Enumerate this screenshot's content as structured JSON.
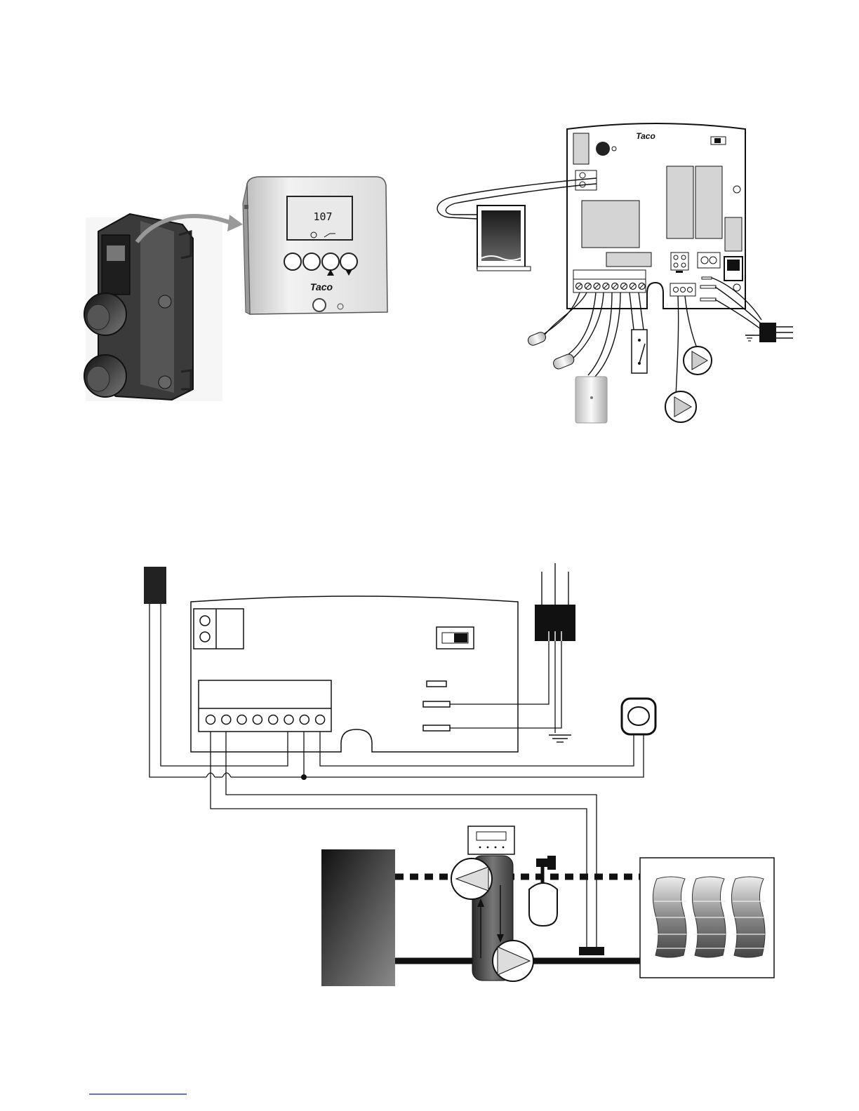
{
  "brand": {
    "logo_text": "Taco"
  },
  "controller": {
    "display_value": "107",
    "buttons": [
      {
        "name": "button-1",
        "glyph": ""
      },
      {
        "name": "button-2",
        "glyph": ""
      },
      {
        "name": "button-up",
        "glyph": "▲"
      },
      {
        "name": "button-down",
        "glyph": "▼"
      }
    ]
  },
  "circuit_board": {
    "terminal_count": 8,
    "logo_text": "Taco"
  },
  "wiring_diagram": {
    "terminal_count": 8,
    "radiator_count": 3
  },
  "colors": {
    "ink": "#111111",
    "dark_fill": "#222222",
    "mid_gray": "#8a8a8a",
    "light_gray": "#d9d9d9",
    "link_blue": "#3344bb"
  }
}
